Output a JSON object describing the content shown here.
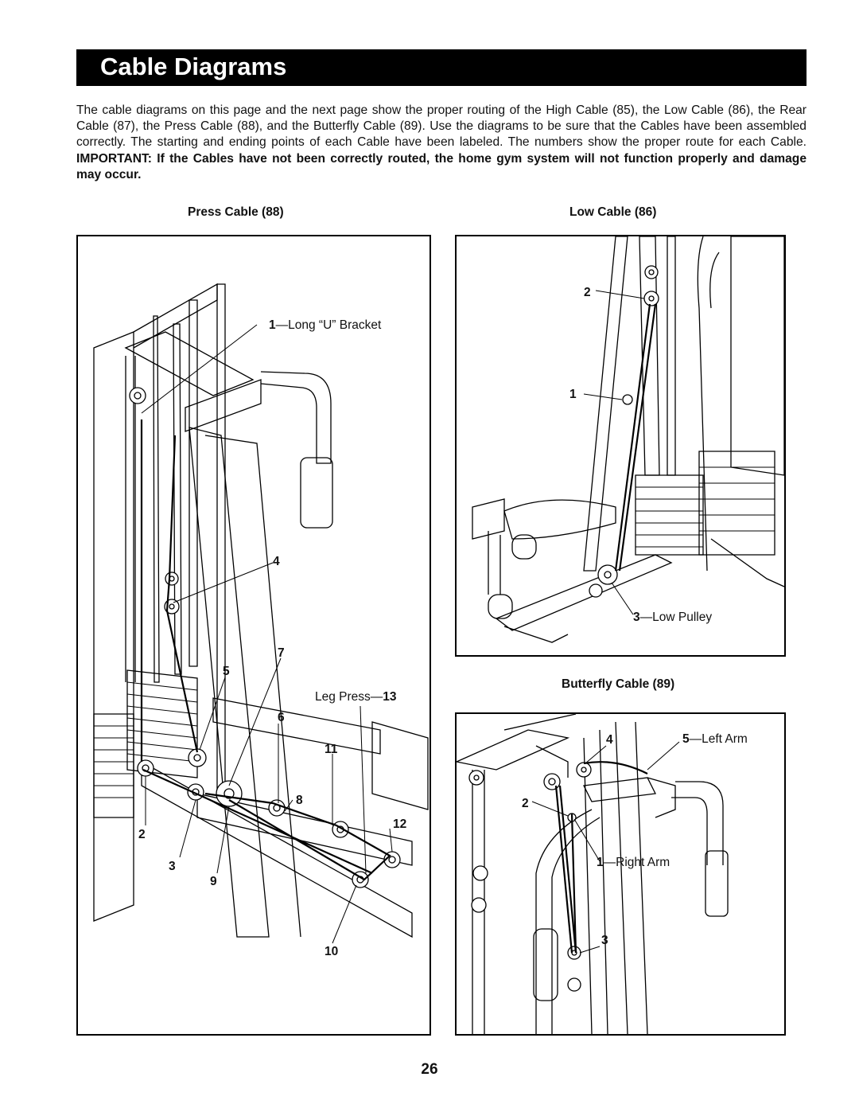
{
  "title": "Cable Diagrams",
  "intro": {
    "text": "The cable diagrams on this page and the next page show the proper routing of the High Cable (85), the Low Cable (86), the Rear Cable (87), the Press Cable (88), and the Butterfly Cable (89). Use the diagrams to be sure that the Cables have been assembled correctly. The starting and ending points of each Cable have been labeled. The numbers show the proper route for each Cable. ",
    "important": "IMPORTANT: If the Cables have not been correctly routed, the home gym system will not function properly and damage may occur."
  },
  "press": {
    "caption": "Press Cable (88)",
    "labels": {
      "l1": "1",
      "l1_text": "—Long “U” Bracket",
      "l4": "4",
      "l5": "5",
      "l7": "7",
      "l6": "6",
      "l13_text": "Leg Press—",
      "l13": "13",
      "l11": "11",
      "l8": "8",
      "l12": "12",
      "l2": "2",
      "l3": "3",
      "l9": "9",
      "l10": "10"
    }
  },
  "low": {
    "caption": "Low Cable (86)",
    "labels": {
      "l2": "2",
      "l1": "1",
      "l3": "3",
      "l3_text": "—Low Pulley"
    }
  },
  "butterfly": {
    "caption": "Butterfly Cable (89)",
    "labels": {
      "l4": "4",
      "l5": "5",
      "l5_text": "—Left Arm",
      "l2": "2",
      "l1": "1",
      "l1_text": "—Right Arm",
      "l3": "3"
    }
  },
  "page_number": "26"
}
